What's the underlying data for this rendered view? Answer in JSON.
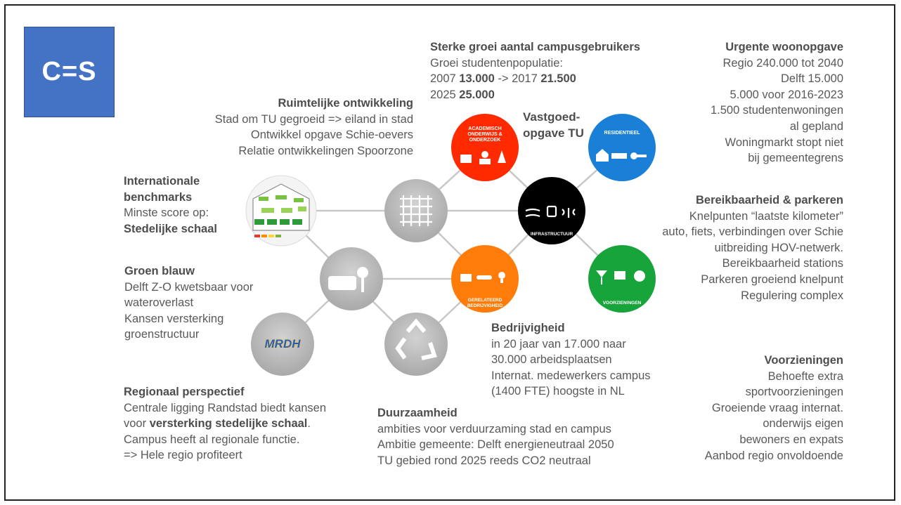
{
  "logo": {
    "text": "C=S",
    "color": "#4472C4"
  },
  "blocks": {
    "campus": {
      "title": "Sterke groei aantal campusgebruikers",
      "l1": "Groei studentenpopulatie:",
      "l2a": "2007 ",
      "l2b": "13.000",
      "l2c": " -> 2017 ",
      "l2d": "21.500",
      "l3a": "2025 ",
      "l3b": "25.000"
    },
    "woon": {
      "title": "Urgente woonopgave",
      "lines": [
        "Regio 240.000 tot 2040",
        "Delft 15.000",
        "5.000 voor 2016-2023",
        "1.500 studentenwoningen",
        "al gepland",
        "Woningmarkt stopt niet",
        "bij gemeentegrens"
      ]
    },
    "ruimtelijk": {
      "title": "Ruimtelijke ontwikkeling",
      "lines": [
        "Stad om TU gegroeid => eiland in stad",
        "Ontwikkel opgave Schie-oevers",
        "Relatie ontwikkelingen Spoorzone"
      ]
    },
    "vastgoed": {
      "l1": "Vastgoed-",
      "l2": "opgave TU"
    },
    "internationaal": {
      "t1": "Internationale",
      "t2": "benchmarks",
      "l1": "Minste score op:",
      "l2": "Stedelijke schaal"
    },
    "bereik": {
      "title": "Bereikbaarheid & parkeren",
      "lines": [
        "Knelpunten “laatste kilometer”",
        "auto, fiets, verbindingen over Schie",
        "uitbreiding HOV-netwerk.",
        "Bereikbaarheid stations",
        "Parkeren groeiend knelpunt",
        "Regulering complex"
      ]
    },
    "groen": {
      "title": "Groen blauw",
      "lines": [
        "Delft Z-O kwetsbaar voor",
        "wateroverlast",
        "Kansen versterking",
        "groenstructuur"
      ]
    },
    "bedrijf": {
      "title": "Bedrijvigheid",
      "lines": [
        "in 20 jaar van 17.000 naar",
        "30.000 arbeidsplaatsen",
        "Internat. medewerkers campus",
        "(1400 FTE) hoogste in NL"
      ]
    },
    "voorz": {
      "title": "Voorzieningen",
      "lines": [
        "Behoefte extra",
        "sportvoorzieningen",
        "Groeiende vraag internat.",
        "onderwijs eigen",
        "bewoners en expats",
        "Aanbod regio onvoldoende"
      ]
    },
    "regionaal": {
      "title": "Regionaal perspectief",
      "l1": "Centrale ligging Randstad biedt kansen",
      "l2a": "voor ",
      "l2b": "versterking stedelijke schaal",
      "l2c": ".",
      "l3": "Campus heeft al regionale functie.",
      "l4": "=> Hele regio profiteert"
    },
    "duurzaam": {
      "title": "Duurzaamheid",
      "lines": [
        "ambities voor verduurzaming stad en campus",
        "Ambitie gemeente: Delft energieneutraal 2050",
        "TU gebied rond 2025 reeds CO2 neutraal"
      ]
    }
  },
  "circles": {
    "academisch": {
      "label1": "ACADEMISCH",
      "label2": "ONDERWIJS &",
      "label3": "ONDERZOEK",
      "color": "#FF2A00"
    },
    "residentieel": {
      "label": "RESIDENTIEEL",
      "color": "#1A7FD6"
    },
    "infra": {
      "label": "INFRASTRUCTUUR",
      "color": "#000000"
    },
    "gerelateerd": {
      "label1": "GERELATEERD",
      "label2": "BEDRIJVIGHEID",
      "color": "#FF7C0A"
    },
    "voorzieningen": {
      "label": "VOORZIENINGEN",
      "color": "#17A43B"
    },
    "mrdh": {
      "label": "MRDH"
    }
  }
}
